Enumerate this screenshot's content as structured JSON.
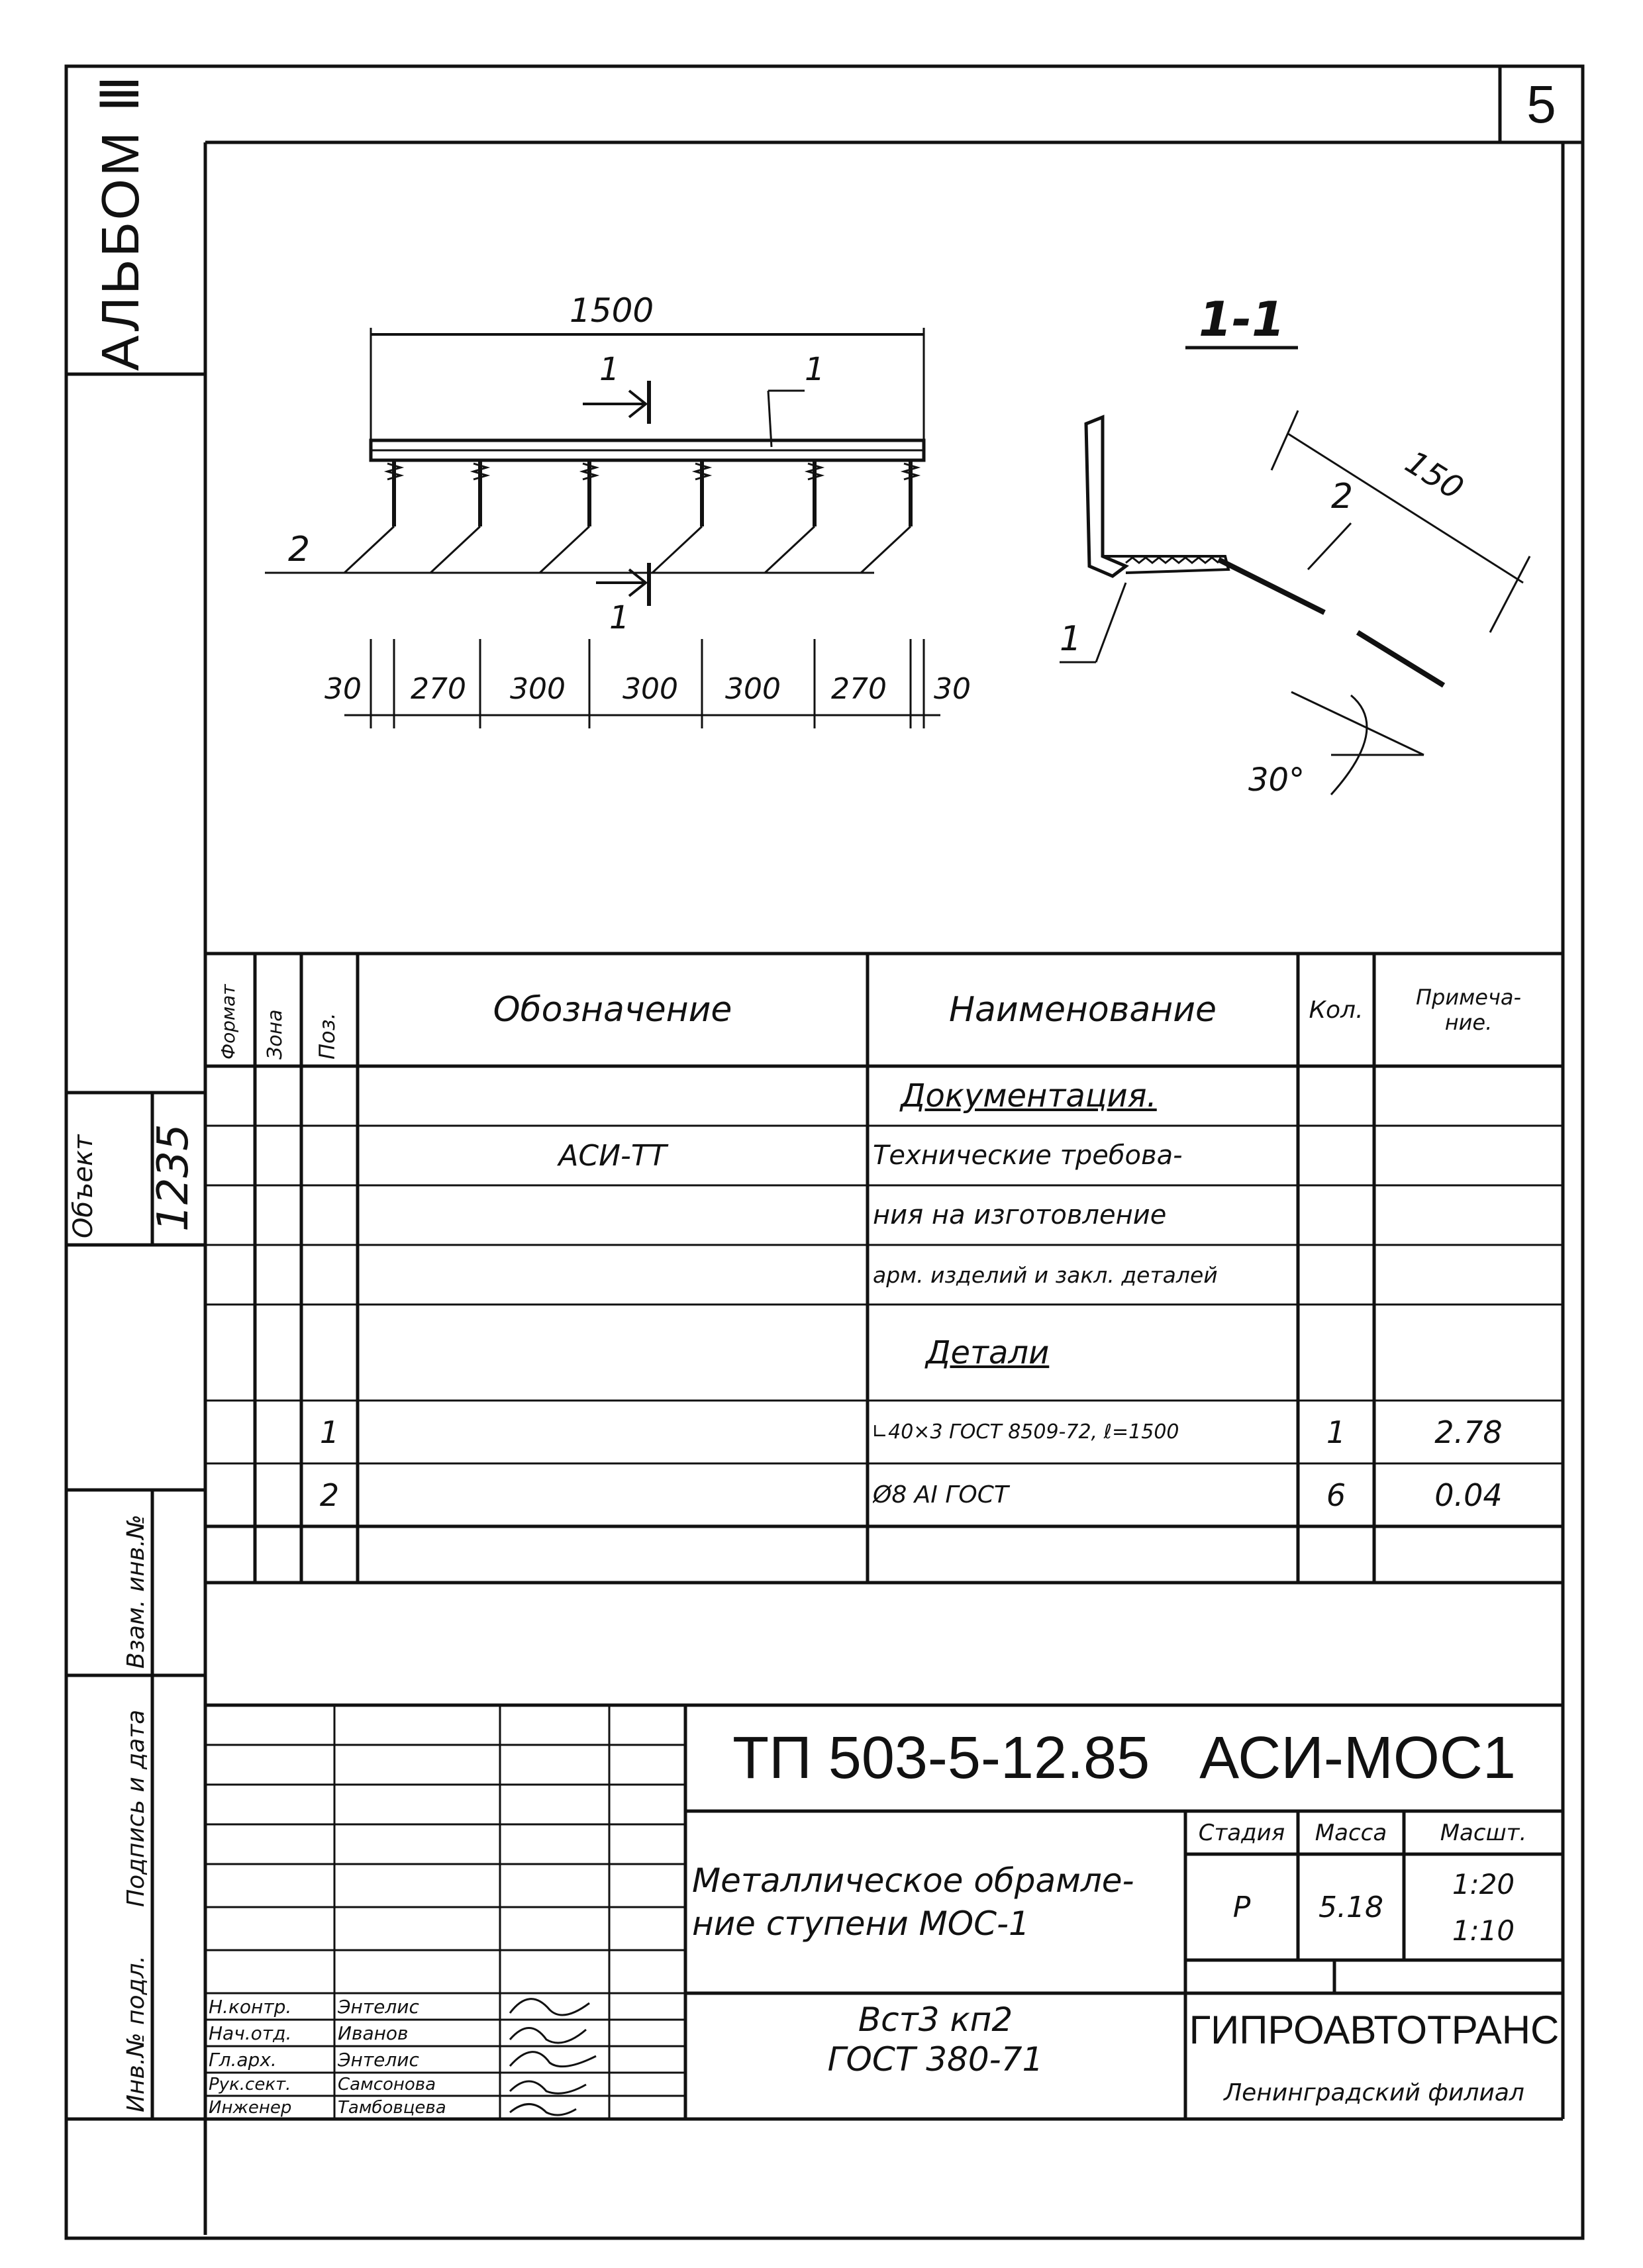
{
  "sheet_number": "5",
  "side_strip": {
    "album": "АЛЬБОМ Ⅲ",
    "object_label": "Объект",
    "object_number": "1235",
    "inv_label": "Инв.№ подл.",
    "sign_date_label": "Подпись и дата",
    "replace_label": "Взам. инв.№"
  },
  "drawing": {
    "main_length": "1500",
    "section_mark_top": "1",
    "section_mark_bottom": "1",
    "leader_pos1": "1",
    "leader_pos2": "2",
    "spacing_dims": [
      "30",
      "270",
      "300",
      "300",
      "300",
      "270",
      "30"
    ],
    "section_title": "1-1",
    "section_length": "150",
    "section_pos1": "1",
    "section_pos2": "2",
    "angle": "30°"
  },
  "spec_table": {
    "headers": {
      "format": "Формат",
      "zone": "Зона",
      "pos": "Поз.",
      "designation": "Обозначение",
      "name": "Наименование",
      "qty": "Кол.",
      "note": "Примеча-\nние."
    },
    "rows": [
      {
        "pos": "",
        "designation": "",
        "name": "Документация.",
        "qty": "",
        "note": ""
      },
      {
        "pos": "",
        "designation": "АСИ-ТТ",
        "name": "Технические требова-",
        "qty": "",
        "note": ""
      },
      {
        "pos": "",
        "designation": "",
        "name": "ния на изготовление",
        "qty": "",
        "note": ""
      },
      {
        "pos": "",
        "designation": "",
        "name": "арм. изделий и закл. деталей",
        "qty": "",
        "note": ""
      },
      {
        "pos": "",
        "designation": "",
        "name": "Детали",
        "qty": "",
        "note": ""
      },
      {
        "pos": "1",
        "designation": "",
        "name": "∟40×3 ГОСТ 8509-72, ℓ=1500",
        "qty": "1",
        "note": "2.78"
      },
      {
        "pos": "2",
        "designation": "",
        "name": "Ø8 АI ГОСТ",
        "qty": "6",
        "note": "0.04"
      },
      {
        "pos": "",
        "designation": "",
        "name": "",
        "qty": "",
        "note": ""
      }
    ]
  },
  "title_block": {
    "code": "ТП 503-5-12.85   АСИ-МОС1",
    "title": "Металлическое обрамле-\nние ступени МОС-1",
    "stage_label": "Стадия",
    "mass_label": "Масса",
    "scale_label": "Масшт.",
    "stage": "Р",
    "mass": "5.18",
    "scale_1": "1:20",
    "scale_2": "1:10",
    "material_1": "Вст3 кп2",
    "material_2": "ГОСТ 380-71",
    "org": "ГИПРОАВТОТРАНС",
    "branch": "Ленинградский филиал",
    "staff": [
      {
        "role": "Н.контр.",
        "name": "Энтелис"
      },
      {
        "role": "Нач.отд.",
        "name": "Иванов"
      },
      {
        "role": "Гл.арх.",
        "name": "Энтелис"
      },
      {
        "role": "Рук.сект.",
        "name": "Самсонова"
      },
      {
        "role": "Инженер",
        "name": "Тамбовцева"
      }
    ]
  }
}
